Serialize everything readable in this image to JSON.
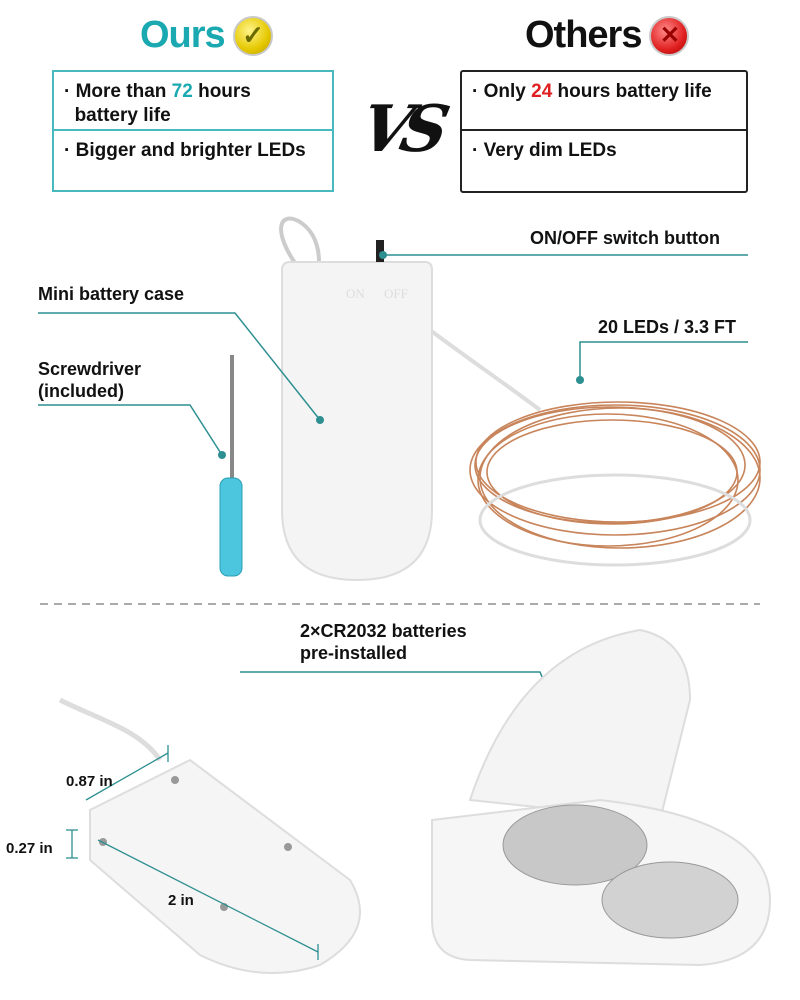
{
  "ours": {
    "title": "Ours",
    "icon": "check-icon",
    "items": [
      {
        "prefix": "· More than ",
        "highlight": "72",
        "suffix": " hours",
        "line2": "battery life"
      },
      {
        "text": "· Bigger and brighter LEDs"
      }
    ]
  },
  "others": {
    "title": "Others",
    "icon": "x-icon",
    "items": [
      {
        "prefix": "· Only ",
        "highlight": "24",
        "suffix": " hours battery life"
      },
      {
        "text": "· Very dim LEDs"
      }
    ]
  },
  "vs": "VS",
  "labels": {
    "switch": "ON/OFF switch button",
    "case": "Mini battery case",
    "screwdriver1": "Screwdriver",
    "screwdriver2": "(included)",
    "leds": "20 LEDs / 3.3 FT",
    "batteries1": "2×CR2032 batteries",
    "batteries2": "pre-installed"
  },
  "case_text": {
    "on": "ON",
    "off": "OFF"
  },
  "dimensions": {
    "width": "0.87 in",
    "height": "0.27 in",
    "length": "2 in"
  },
  "colors": {
    "teal": "#1aa9b0",
    "red": "#e02020",
    "line": "#2e8f91"
  }
}
